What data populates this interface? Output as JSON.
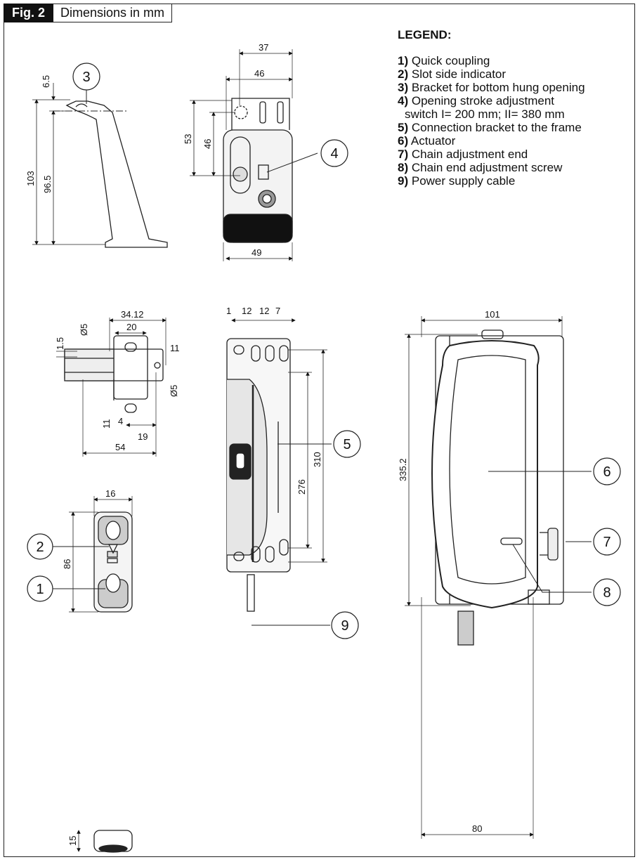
{
  "figure": {
    "label": "Fig. 2",
    "title": "Dimensions in mm"
  },
  "legend": {
    "title": "LEGEND:",
    "items": [
      {
        "num": "1)",
        "text": "Quick coupling"
      },
      {
        "num": "2)",
        "text": "Slot side indicator"
      },
      {
        "num": "3)",
        "text": "Bracket for bottom hung opening"
      },
      {
        "num": "4)",
        "text": "Opening stroke adjustment",
        "cont": "switch I= 200 mm; II= 380 mm"
      },
      {
        "num": "5)",
        "text": "Connection bracket to the frame"
      },
      {
        "num": "6)",
        "text": "Actuator"
      },
      {
        "num": "7)",
        "text": "Chain adjustment end"
      },
      {
        "num": "8)",
        "text": "Chain end adjustment screw"
      },
      {
        "num": "9)",
        "text": "Power supply cable"
      }
    ]
  },
  "callouts": [
    "1",
    "2",
    "3",
    "4",
    "5",
    "6",
    "7",
    "8",
    "9"
  ],
  "dimensions": {
    "bracket": [
      "6.5",
      "103",
      "96.5"
    ],
    "actuator_top": [
      "37",
      "46",
      "53",
      "46",
      "49"
    ],
    "plate": [
      "34.12",
      "20",
      "Ø5",
      "1.5",
      "11",
      "Ø5",
      "11",
      "4",
      "19",
      "54"
    ],
    "coupling": [
      "16",
      "86",
      "15"
    ],
    "bracket_side": [
      "1",
      "12",
      "12",
      "7",
      "276",
      "310"
    ],
    "actuator_front": [
      "101",
      "335.2",
      "80"
    ]
  }
}
